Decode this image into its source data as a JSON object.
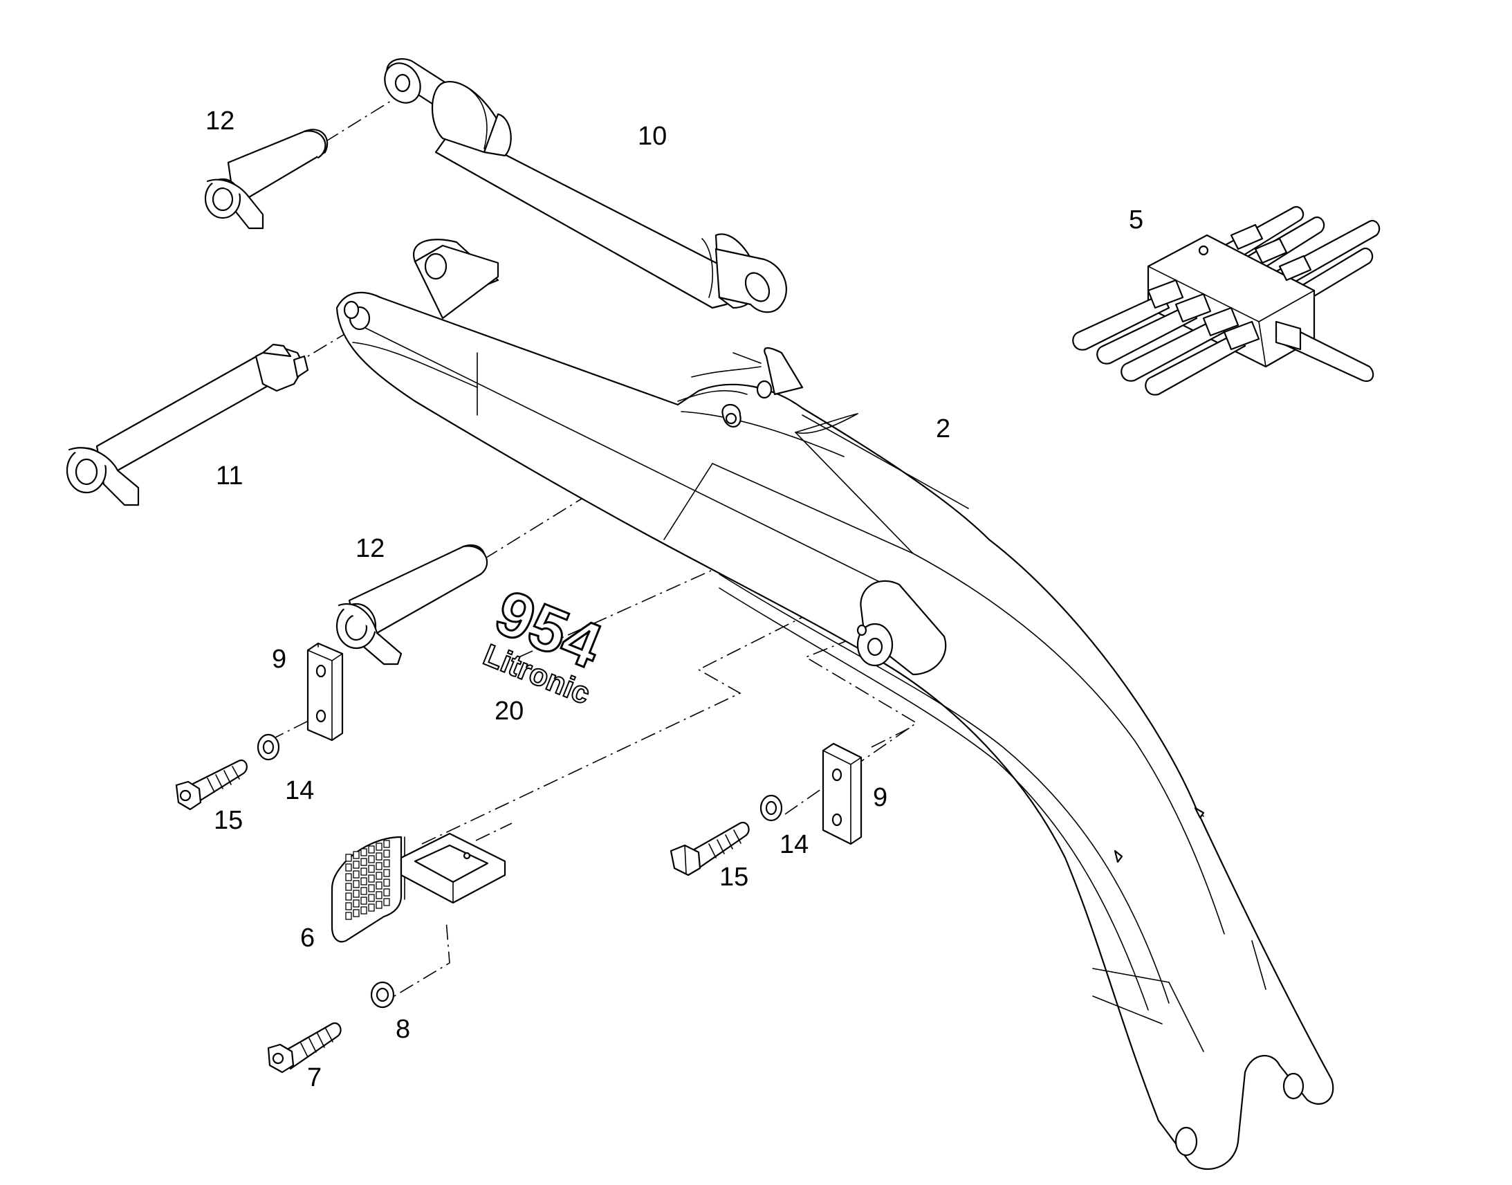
{
  "labels": {
    "p2": "2",
    "p5": "5",
    "p6": "6",
    "p7": "7",
    "p8": "8",
    "p9a": "9",
    "p9b": "9",
    "p10": "10",
    "p11": "11",
    "p12a": "12",
    "p12b": "12",
    "p14a": "14",
    "p14b": "14",
    "p15a": "15",
    "p15b": "15",
    "p20": "20"
  },
  "decal": {
    "model": "954",
    "brand": "Litronic"
  }
}
